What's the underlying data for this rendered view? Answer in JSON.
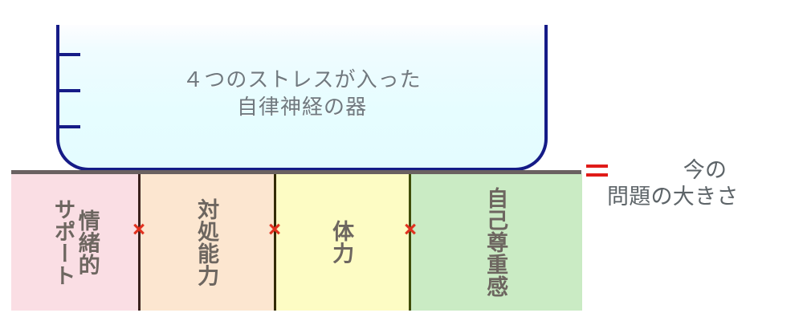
{
  "diagram": {
    "vessel": {
      "label": "４つのストレスが入った\n自律神経の器",
      "fill_color": "#e8feff",
      "outline_color": "#151b87",
      "tick_count": 3
    },
    "ground_rule": {
      "color": "#6a6161"
    },
    "resources": [
      {
        "label": "情緒的\nサポート",
        "color": "#fadee4",
        "divider_color": "#3a211d"
      },
      {
        "label": "対処能力",
        "color": "#fce6d0",
        "divider_color": "#332b05"
      },
      {
        "label": "体力",
        "color": "#fdfcc4",
        "divider_color": "#3f4d09"
      },
      {
        "label": "自己尊重感",
        "color": "#caebc4",
        "divider_color": ""
      }
    ],
    "operators": {
      "multiply": "×",
      "multiply_color": "#e0301e",
      "equals_color": "#e01b18"
    },
    "result": {
      "line1": "今の",
      "line2": "問題の大きさ",
      "color": "#5d6468"
    }
  }
}
